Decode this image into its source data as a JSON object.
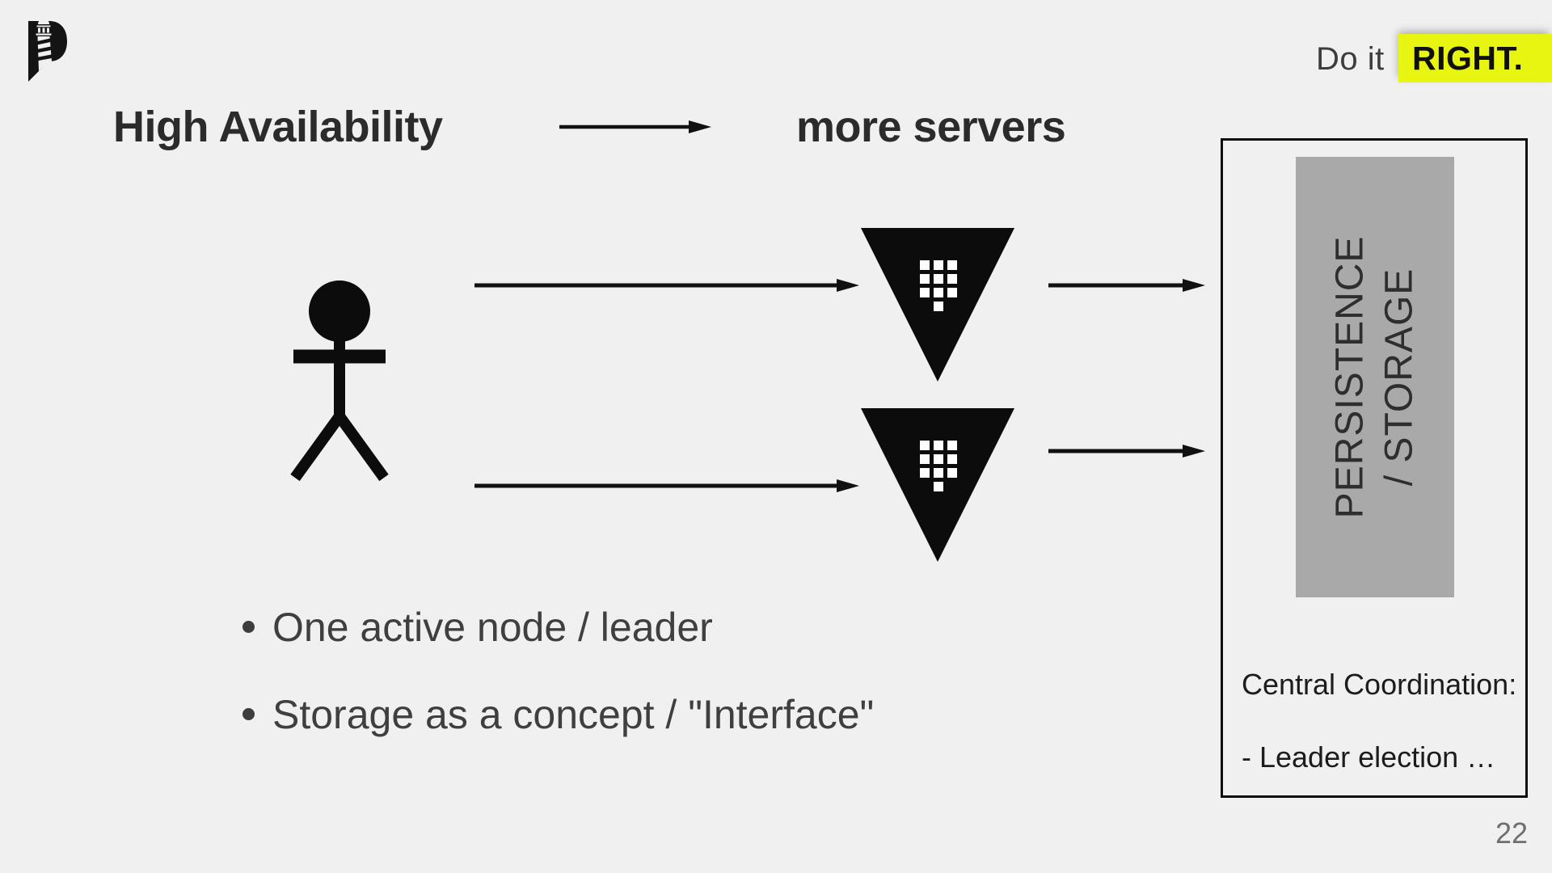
{
  "slide": {
    "logo": {
      "name": "lighthouse-p-logo"
    },
    "tagline": {
      "prefix": "Do it",
      "highlight": "RIGHT.",
      "highlight_color": "#e8f511"
    },
    "heading": {
      "left": "High Availability",
      "right": "more servers"
    },
    "diagram": {
      "icons": {
        "user": "person-icon",
        "server": "server-funnel-icon",
        "arrow": "arrow-right-icon"
      }
    },
    "bullets": [
      {
        "text": "One active node / leader"
      },
      {
        "text": "Storage as a concept / \"Interface\""
      }
    ],
    "storage_panel": {
      "title_line1": "PERSISTENCE",
      "title_line2": "/ STORAGE",
      "subtitle": "Central Coordination:",
      "item": "- Leader election …",
      "fill_color": "#a9a9a9"
    },
    "page_number": "22",
    "colors": {
      "background": "#f0f0f1",
      "text_dark": "#2b2b2b",
      "text_muted": "#3f3f3f",
      "ink": "#0d0d0d",
      "page_number": "#6f6f6f"
    }
  }
}
